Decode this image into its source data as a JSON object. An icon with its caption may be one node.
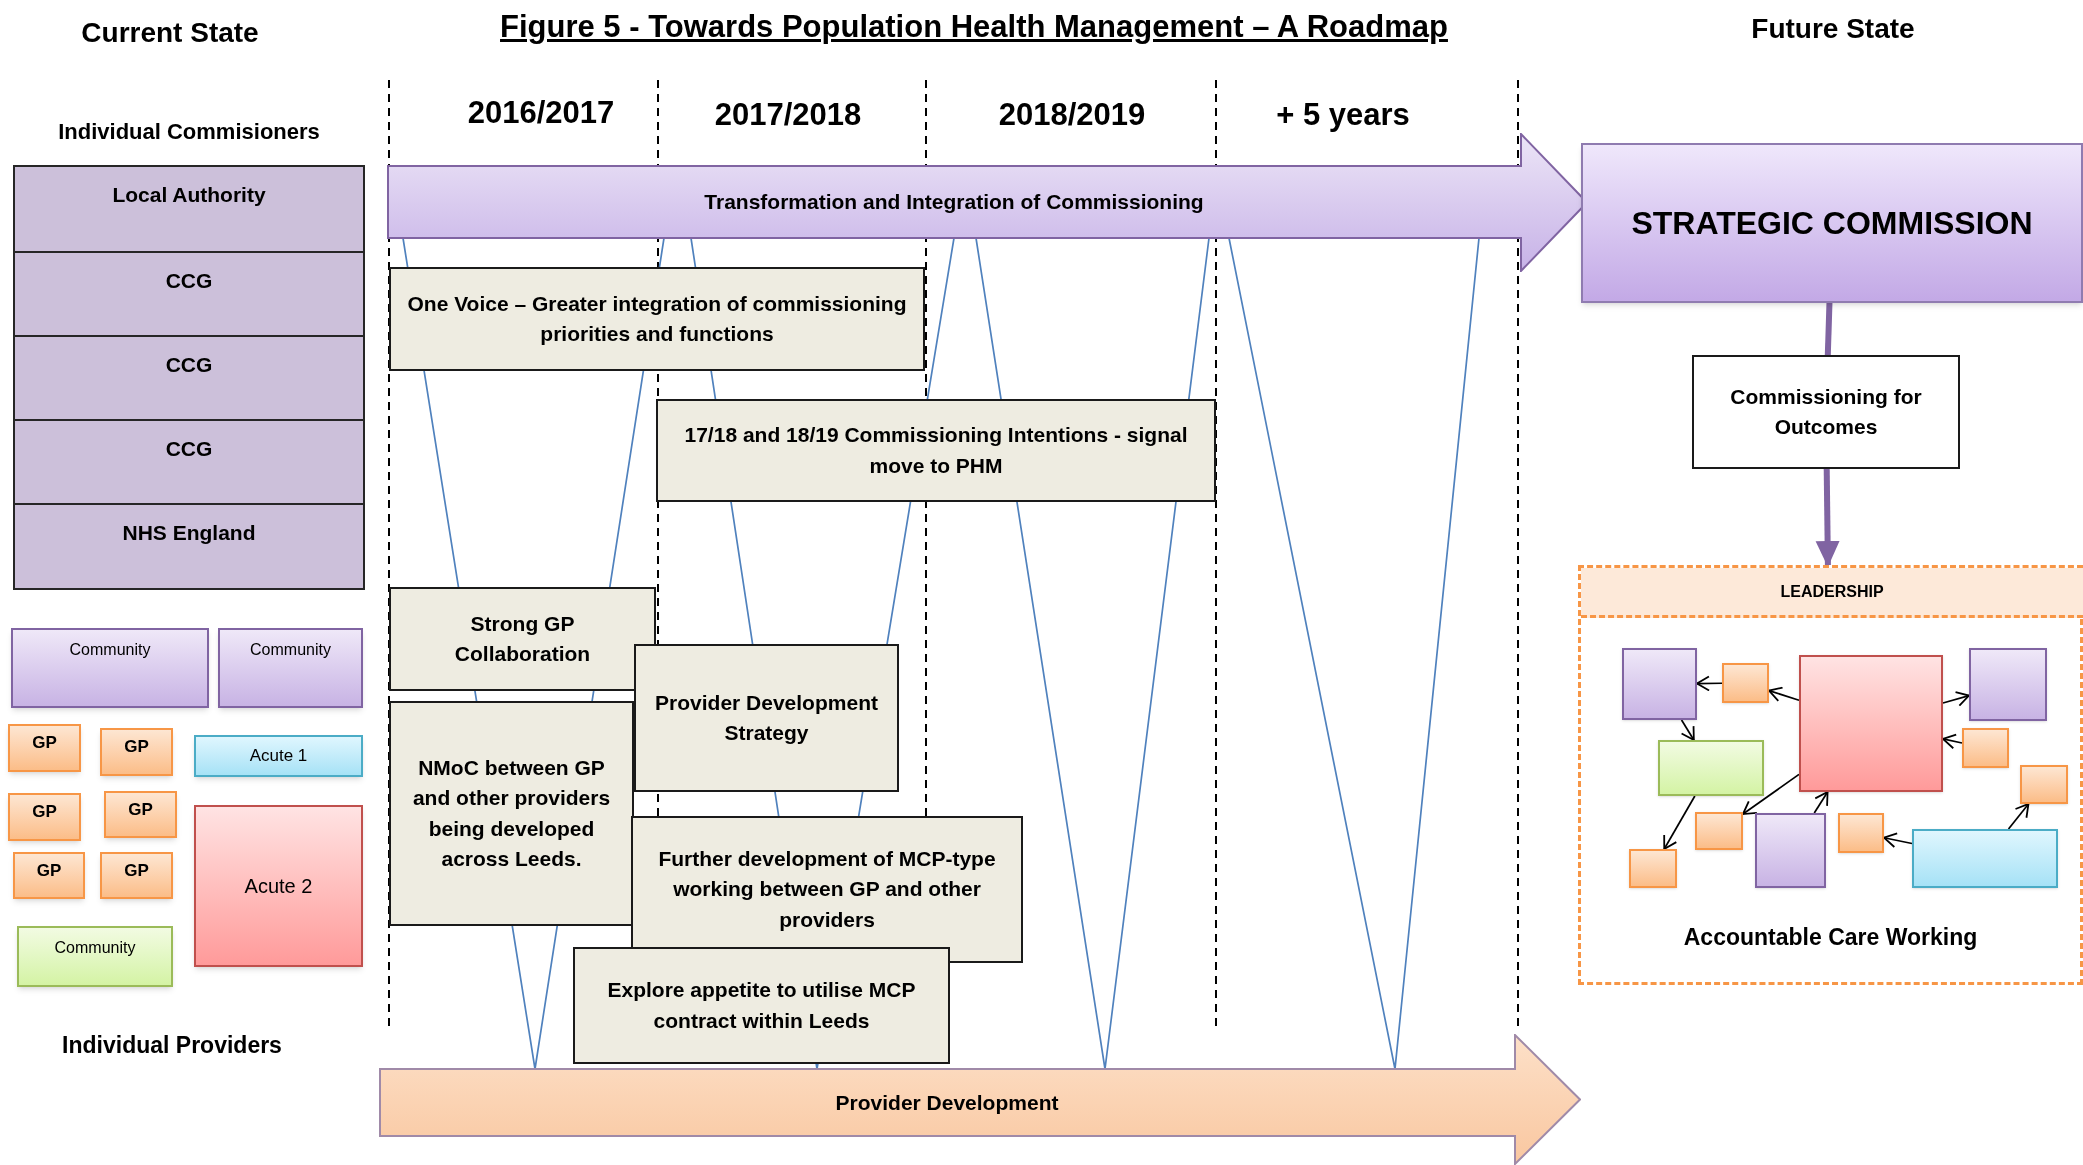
{
  "diagram": {
    "title": "Figure 5 - Towards Population Health Management – A Roadmap",
    "nodes": [
      {
        "text": [
          "Individual Commisioners"
        ]
      },
      {
        "text": [
          "Local Authority"
        ],
        "in": 0
      },
      {
        "text": [
          "CCG"
        ],
        "in": 0
      },
      {
        "text": [
          "CCG"
        ],
        "in": 0
      },
      {
        "text": [
          "CCG"
        ],
        "in": 0
      },
      {
        "text": [
          "NHS England"
        ],
        "in": 0
      },
      {
        "text": [
          "Community"
        ]
      },
      {
        "text": [
          "Community"
        ]
      },
      {
        "text": [
          "GP"
        ]
      },
      {
        "text": [
          "GP"
        ]
      },
      {
        "text": [
          "Acute 1"
        ]
      },
      {
        "text": [
          "GP"
        ]
      },
      {
        "text": [
          "GP"
        ]
      },
      {
        "text": [
          "GP"
        ]
      },
      {
        "text": [
          "GP"
        ]
      },
      {
        "text": [
          "Acute 2"
        ]
      },
      {
        "text": [
          "Community"
        ]
      },
      {
        "text": [
          "Transformation and Integration of Commissioning"
        ]
      },
      {
        "text": [
          "One Voice – Greater integration of commissioning priorities and functions"
        ]
      },
      {
        "text": [
          "17/18 and 18/19 Commissioning Intentions - signal move to PHM"
        ]
      },
      {
        "text": [
          "Strong GP Collaboration"
        ]
      },
      {
        "text": [
          "Provider Development Strategy"
        ]
      },
      {
        "text": [
          "NMoC between GP and other providers being developed across Leeds."
        ]
      },
      {
        "text": [
          "Further development of MCP-type working between GP and other providers"
        ]
      },
      {
        "text": [
          "Explore appetite to utilise MCP contract within Leeds"
        ]
      },
      {
        "text": [
          "Provider Development"
        ]
      },
      {
        "text": [
          "STRATEGIC COMMISSION"
        ]
      },
      {
        "text": [
          "Commissioning for Outcomes"
        ]
      },
      {
        "text": [
          "Accountable Care Working"
        ]
      },
      {
        "text": [
          "LEADERSHIP"
        ],
        "in": 28
      },
      {
        "text": [],
        "shape": "box",
        "in": 28
      },
      {
        "text": [],
        "shape": "box",
        "in": 28
      },
      {
        "text": [],
        "shape": "box",
        "in": 28
      },
      {
        "text": [],
        "shape": "box",
        "in": 28
      },
      {
        "text": [],
        "shape": "box",
        "in": 28
      },
      {
        "text": [],
        "shape": "box",
        "in": 28
      },
      {
        "text": [],
        "shape": "box",
        "in": 28
      },
      {
        "text": [],
        "shape": "box",
        "in": 28
      },
      {
        "text": [],
        "shape": "box",
        "in": 28
      },
      {
        "text": [],
        "shape": "box",
        "in": 28
      },
      {
        "text": [],
        "shape": "box",
        "in": 28
      },
      {
        "text": [],
        "shape": "box",
        "in": 28
      }
    ],
    "edges": [
      {
        "from": 26,
        "to": 27,
        "arrow": "none",
        "style": "thick",
        "color": "#8064a2"
      },
      {
        "from": 27,
        "to": 28,
        "arrow": "to",
        "style": "thick",
        "color": "#8064a2"
      },
      {
        "from": 31,
        "to": 30,
        "arrow": "to"
      },
      {
        "from": 32,
        "to": 31,
        "arrow": "to"
      },
      {
        "from": 32,
        "to": 33,
        "arrow": "to"
      },
      {
        "from": 30,
        "to": 34,
        "arrow": "to"
      },
      {
        "from": 35,
        "to": 32,
        "arrow": "to"
      },
      {
        "from": 32,
        "to": 37,
        "arrow": "to"
      },
      {
        "from": 34,
        "to": 41,
        "arrow": "to"
      },
      {
        "from": 38,
        "to": 32,
        "arrow": "to"
      },
      {
        "from": 40,
        "to": 39,
        "arrow": "to"
      },
      {
        "from": 40,
        "to": 36,
        "arrow": "to"
      }
    ],
    "labels": [
      "Current State",
      "Future State",
      "2016/2017",
      "2017/2018",
      "2018/2019",
      "+ 5 years",
      "Individual Providers"
    ]
  }
}
